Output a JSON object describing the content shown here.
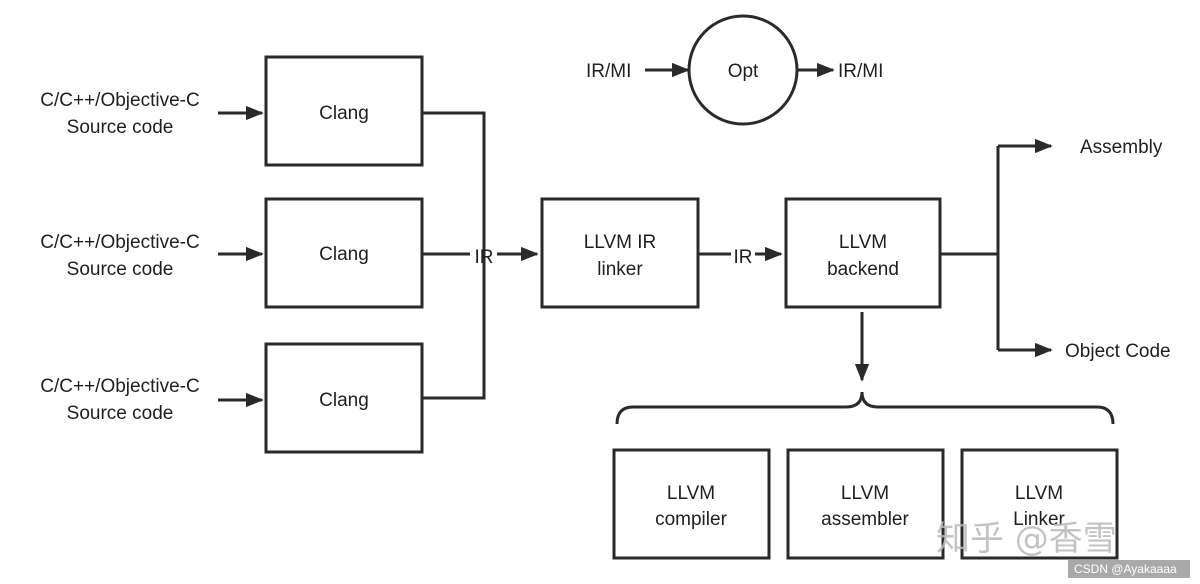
{
  "sources": [
    {
      "line1": "C/C++/Objective-C",
      "line2": "Source code"
    },
    {
      "line1": "C/C++/Objective-C",
      "line2": "Source code"
    },
    {
      "line1": "C/C++/Objective-C",
      "line2": "Source code"
    }
  ],
  "frontends": [
    "Clang",
    "Clang",
    "Clang"
  ],
  "ir_label": "IR",
  "linker": {
    "line1": "LLVM IR",
    "line2": "linker"
  },
  "ir_label_2": "IR",
  "backend": {
    "line1": "LLVM",
    "line2": "backend"
  },
  "opt": {
    "in": "IR/MI",
    "label": "Opt",
    "out": "IR/MI"
  },
  "outputs": [
    "Assembly",
    "Object Code"
  ],
  "components": [
    {
      "line1": "LLVM",
      "line2": "compiler"
    },
    {
      "line1": "LLVM",
      "line2": "assembler"
    },
    {
      "line1": "LLVM",
      "line2": "Linker"
    }
  ],
  "watermark": "知乎 @香雪",
  "credit": "CSDN @Ayakaaaa"
}
